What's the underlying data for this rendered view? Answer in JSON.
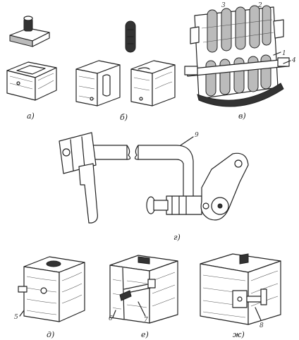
{
  "figure": {
    "panel_labels": {
      "a": "а)",
      "b": "б)",
      "v": "в)",
      "g": "г)",
      "d": "д)",
      "e": "е)",
      "zh": "ж)"
    },
    "callouts": {
      "n1": "1",
      "n2": "2",
      "n3": "3",
      "n4": "4",
      "n5": "5",
      "n6": "6",
      "n7": "7",
      "n8": "8",
      "n9": "9"
    }
  }
}
